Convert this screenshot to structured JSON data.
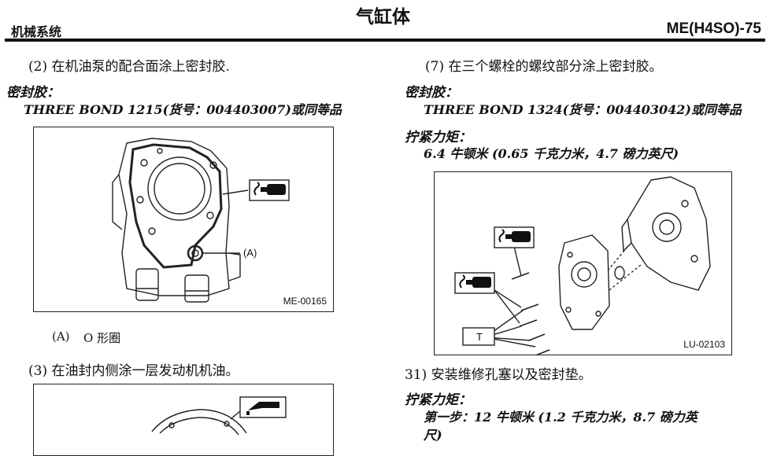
{
  "header": {
    "title": "气缸体",
    "section": "机械系统",
    "code": "ME(H4SO)-75"
  },
  "left": {
    "step2": "(2) 在机油泵的配合面涂上密封胶.",
    "sealant_label": "密封胶：",
    "sealant_value": "THREE BOND 1215(货号：004403007)或同等品",
    "figure1": {
      "id": "ME-00165",
      "callout": "(A)"
    },
    "legend_a": "(A)",
    "legend_a_text": "O 形圈",
    "step3": "(3) 在油封内侧涂一层发动机机油。"
  },
  "right": {
    "step7": "(7) 在三个螺栓的螺纹部分涂上密封胶。",
    "sealant_label": "密封胶：",
    "sealant_value": "THREE BOND 1324(货号：004403042)或同等品",
    "torque_label": "拧紧力矩：",
    "torque_value": "6.4 牛顿米 (0.65 千克力米，4.7 磅力英尺)",
    "figure2": {
      "id": "LU-02103",
      "callout": "T"
    },
    "step31": "31) 安装维修孔塞以及密封垫。",
    "torque2_label": "拧紧力矩：",
    "torque2_line1": "第一步：12 牛顿米 (1.2 千克力米，8.7 磅力英",
    "torque2_line2": "尺)"
  }
}
